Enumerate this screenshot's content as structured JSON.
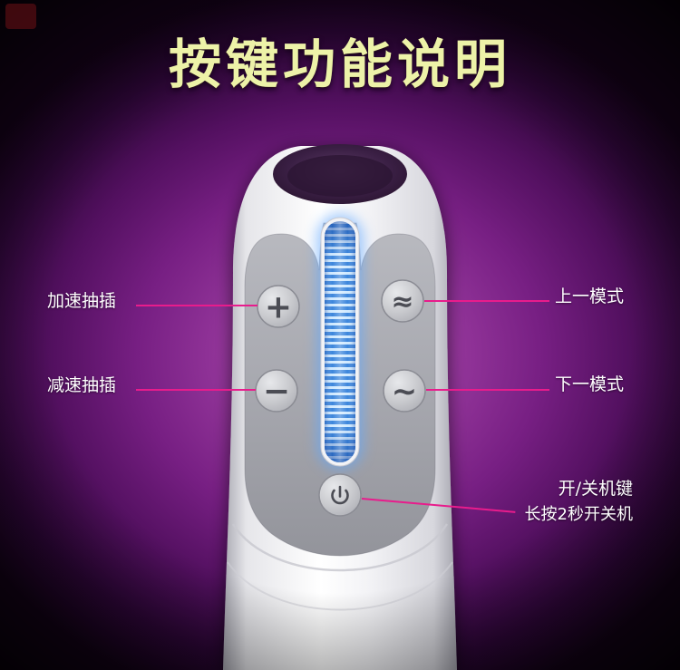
{
  "title": "按键功能说明",
  "callouts": {
    "speed_up": {
      "label": "加速抽插"
    },
    "slow_down": {
      "label": "减速抽插"
    },
    "prev_mode": {
      "label": "上一模式"
    },
    "next_mode": {
      "label": "下一模式"
    },
    "power": {
      "label": "开/关机键",
      "sublabel": "长按2秒开关机"
    }
  },
  "device": {
    "buttons": {
      "speed_up": {
        "symbol": "+"
      },
      "slow_down": {
        "symbol": "−"
      },
      "prev_mode": {
        "symbol": "≈"
      },
      "next_mode": {
        "symbol": "∼"
      },
      "power": {
        "icon": "power-icon"
      }
    },
    "led": {
      "color": "#3c86dc"
    }
  },
  "colors": {
    "background_purple": "#93359a",
    "accent_pink": "#e81c8c",
    "title_yellow": "#edf2a8",
    "led_blue": "#3c86dc",
    "panel_gray": "#a7a8af",
    "body_white": "#ffffff"
  }
}
